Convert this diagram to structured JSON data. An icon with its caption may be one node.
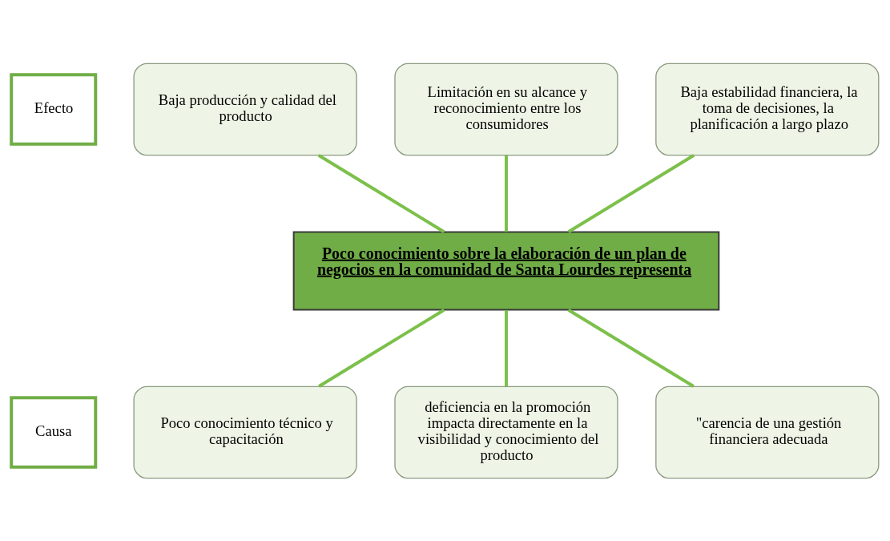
{
  "diagram": {
    "nodes": [
      {
        "text": [
          "Efecto"
        ]
      },
      {
        "text": [
          "Baja producción y calidad del producto"
        ]
      },
      {
        "text": [
          "Limitación en su alcance y reconocimiento entre los consumidores"
        ]
      },
      {
        "text": [
          "Baja estabilidad financiera, la toma de decisiones, la planificación a largo plazo"
        ]
      },
      {
        "text": [
          "Poco conocimiento sobre la elaboración de un plan de negocios en la comunidad de Santa Lourdes representa"
        ]
      },
      {
        "text": [
          "Causa"
        ]
      },
      {
        "text": [
          "Poco conocimiento técnico y capacitación"
        ]
      },
      {
        "text": [
          "deficiencia en la promoción impacta directamente en la visibilidad y conocimiento del producto"
        ]
      },
      {
        "text": [
          "\"carencia de una gestión financiera adecuada"
        ]
      }
    ],
    "edges": [
      {
        "from": 1,
        "to": 4,
        "arrow": "none"
      },
      {
        "from": 2,
        "to": 4,
        "arrow": "none"
      },
      {
        "from": 3,
        "to": 4,
        "arrow": "none"
      },
      {
        "from": 4,
        "to": 6,
        "arrow": "none"
      },
      {
        "from": 4,
        "to": 7,
        "arrow": "none"
      },
      {
        "from": 4,
        "to": 8,
        "arrow": "none"
      }
    ]
  }
}
